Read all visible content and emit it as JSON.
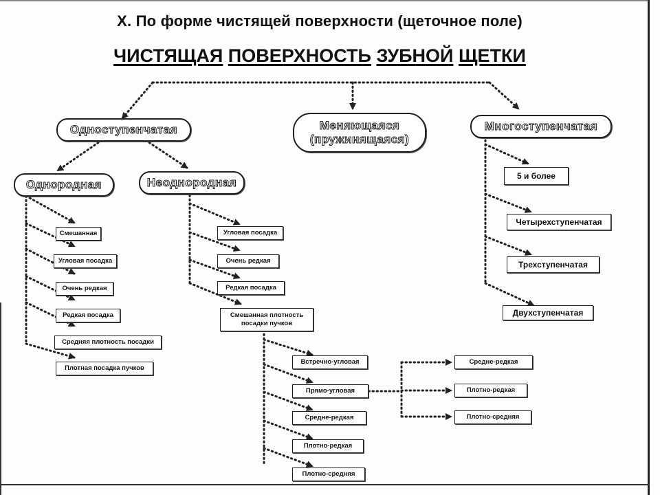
{
  "title": "X. По форме чистящей поверхности (щеточное поле)",
  "heading_words": [
    "ЧИСТЯЩАЯ",
    "ПОВЕРХНОСТЬ",
    "ЗУБНОЙ",
    "ЩЕТКИ"
  ],
  "nodes": {
    "single_stage": "Одноступенчатая",
    "changing": "Меняющаяся (пружинящаяся)",
    "multi_stage": "Многоступенчатая",
    "homogeneous": "Однородная",
    "heterogeneous": "Неоднородная",
    "hom_items": [
      "Смешанная",
      "Угловая посадка",
      "Очень редкая",
      "Редкая посадка",
      "Средняя плотность посадки",
      "Плотная посадка пучков"
    ],
    "het_items": [
      "Угловая посадка",
      "Очень редкая",
      "Редкая посадка",
      "Смешанная плотность посадки пучков"
    ],
    "mixed_items": [
      "Встречно-угловая",
      "Прямо-угловая",
      "Средне-редкая",
      "Плотно-редкая",
      "Плотно-средняя"
    ],
    "straight_items": [
      "Средне-редкая",
      "Плотно-редкая",
      "Плотно-средняя"
    ],
    "multi_items": [
      "5 и более",
      "Четырехступенчатая",
      "Трехступенчатая",
      "Двухступенчатая"
    ]
  }
}
